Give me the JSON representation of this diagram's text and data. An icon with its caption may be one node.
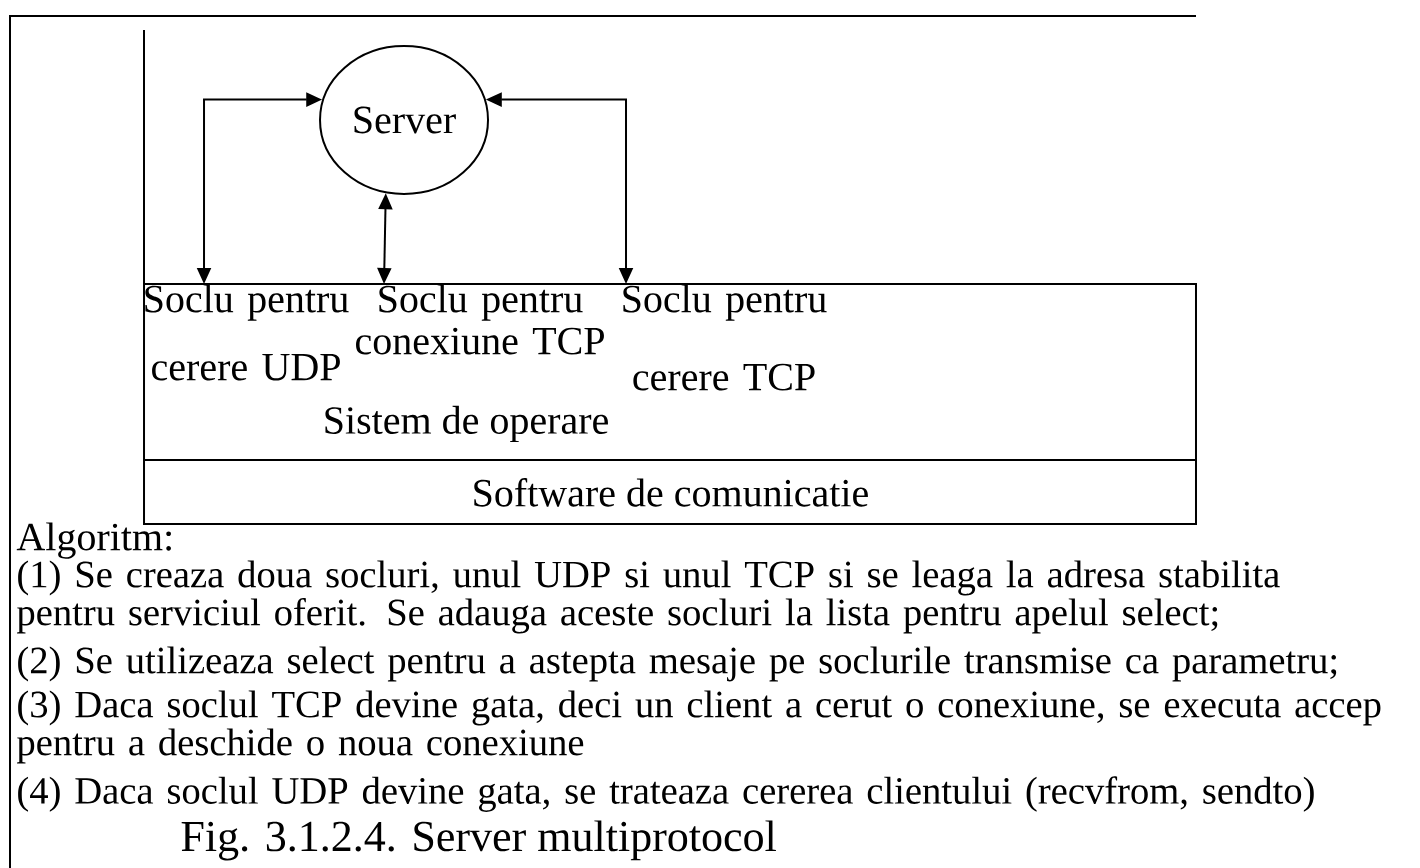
{
  "diagram": {
    "caption": "Fig. 3.1.2.4. Server multiprotocol",
    "nodes": [
      {
        "text": [
          "Server"
        ]
      },
      {
        "text": [
          "Sistem de operare"
        ]
      },
      {
        "text": [
          "Soclu pentru cerere UDP"
        ],
        "in": 1
      },
      {
        "text": [
          "Soclu pentru conexiune TCP"
        ],
        "in": 1
      },
      {
        "text": [
          "Soclu pentru cerere TCP"
        ],
        "in": 1
      },
      {
        "text": [
          "Software de comunicatie"
        ]
      }
    ],
    "edges": [
      {
        "from": 0,
        "to": 2,
        "arrow": "both"
      },
      {
        "from": 0,
        "to": 3,
        "arrow": "both"
      },
      {
        "from": 0,
        "to": 4,
        "arrow": "both"
      }
    ],
    "labels": [
      "Algoritm:",
      "(1) Se creaza doua socluri, unul UDP si unul TCP si se leaga la adresa stabilita pentru serviciul oferit. Se adauga aceste socluri la lista pentru apelul select;",
      "(2) Se utilizeaza select pentru a astepta mesaje pe soclurile transmise ca parametru;",
      "(3) Daca soclul TCP devine gata, deci un client a cerut o conexiune, se executa accep pentru a deschide o noua conexiune",
      "(4) Daca soclul UDP devine gata, se trateaza cererea clientului (recvfrom, sendto)"
    ]
  }
}
